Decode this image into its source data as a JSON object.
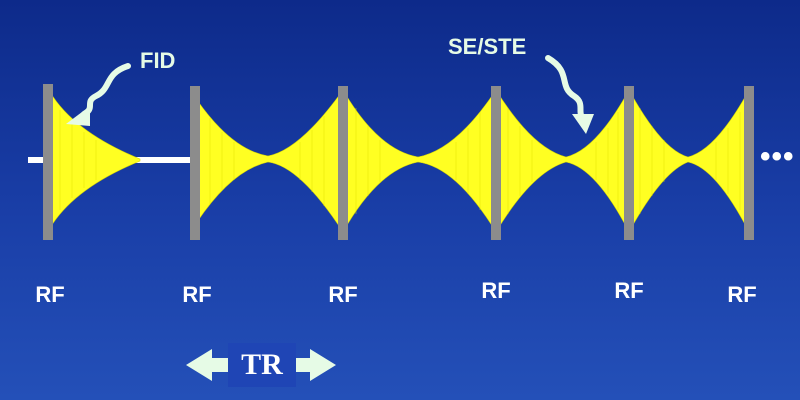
{
  "labels": {
    "fid": "FID",
    "se_ste": "SE/STE",
    "tr": "TR",
    "continuation": "•••"
  },
  "rf_pulses": [
    {
      "label": "RF"
    },
    {
      "label": "RF"
    },
    {
      "label": "RF"
    },
    {
      "label": "RF"
    },
    {
      "label": "RF"
    },
    {
      "label": "RF"
    }
  ],
  "colors": {
    "background": "#1a3fa8",
    "signal_fill": "#ffff22",
    "pulse_bar": "#8c8c8c",
    "baseline": "#ffffff",
    "arrow": "#e6fbe6"
  }
}
